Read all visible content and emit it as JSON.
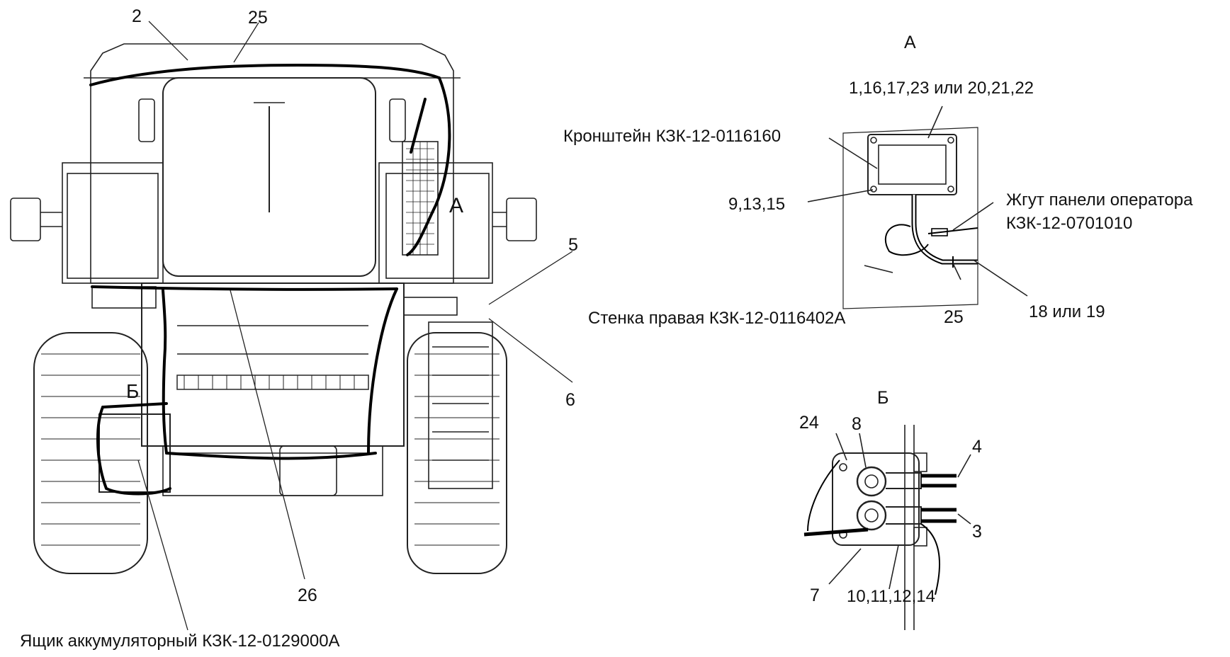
{
  "callouts": {
    "c2": "2",
    "c25_top": "25",
    "c5": "5",
    "c6": "6",
    "c26": "26",
    "cA_on_machine": "А",
    "cB_on_machine": "Б",
    "battery_box": "Ящик аккумуляторный КЗК-12-0129000А"
  },
  "view_a": {
    "title": "А",
    "parts_top": "1,16,17,23 или 20,21,22",
    "bracket": "Кронштейн КЗК-12-0116160",
    "screws": "9,13,15",
    "harness_line1": "Жгут панели оператора",
    "harness_line2": "КЗК-12-0701010",
    "wall": "Стенка правая КЗК-12-0116402А",
    "c25": "25",
    "clamp": "18 или 19"
  },
  "view_b": {
    "title": "Б",
    "c24": "24",
    "c8": "8",
    "c4": "4",
    "c3": "3",
    "c7": "7",
    "nuts": "10,11,12,14"
  }
}
